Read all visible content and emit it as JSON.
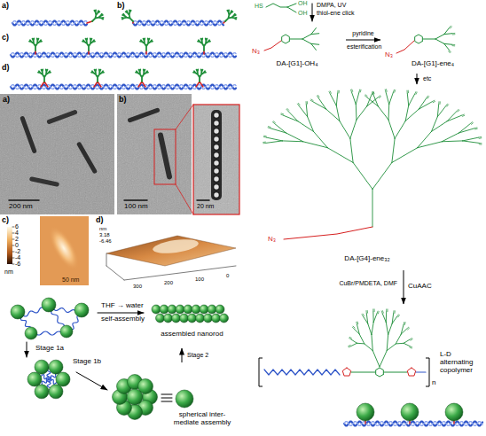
{
  "diagram": {
    "nodes": [
      {
        "text": [
          "DA-[G1]-OH₄"
        ]
      },
      {
        "text": [
          "DA-[G1]-ene₄"
        ]
      },
      {
        "text": [
          "DA-[G4]-ene₃₂"
        ]
      },
      {
        "text": [
          "L-D alternating copolymer"
        ]
      },
      {
        "text": [
          "spherical inter- mediate assembly"
        ]
      },
      {
        "text": [
          "assembled nanorod"
        ]
      }
    ],
    "edges": [
      {
        "from": 0,
        "to": 1,
        "label": "pyridine",
        "arrow": "to"
      },
      {
        "from": 1,
        "to": 2,
        "label": "etc",
        "arrow": "to"
      },
      {
        "from": 2,
        "to": 3,
        "label": "CuBr/PMDETA, DMF",
        "arrow": "to"
      },
      {
        "from": 4,
        "to": 5,
        "label": "Stage 2",
        "arrow": "to"
      }
    ],
    "labels": [
      "a)",
      "b)",
      "c)",
      "d)",
      "a)",
      "200 nm",
      "b)",
      "100 nm",
      "20 nm",
      "c)",
      "6",
      "4",
      "2",
      "0",
      "-2",
      "-4",
      "-6",
      "nm",
      "50 nm",
      "d)",
      "nm",
      "3.18",
      "-6.46",
      "300",
      "200",
      "100",
      "0",
      "THF → water",
      "self-assembly",
      "Stage 1a",
      "Stage 1b",
      "DMPA, UV",
      "thiol-ene click",
      "esterification",
      "CuAAC",
      "HS",
      "OH",
      "OH",
      "N₃",
      "N₃",
      "N₃",
      "n"
    ]
  }
}
